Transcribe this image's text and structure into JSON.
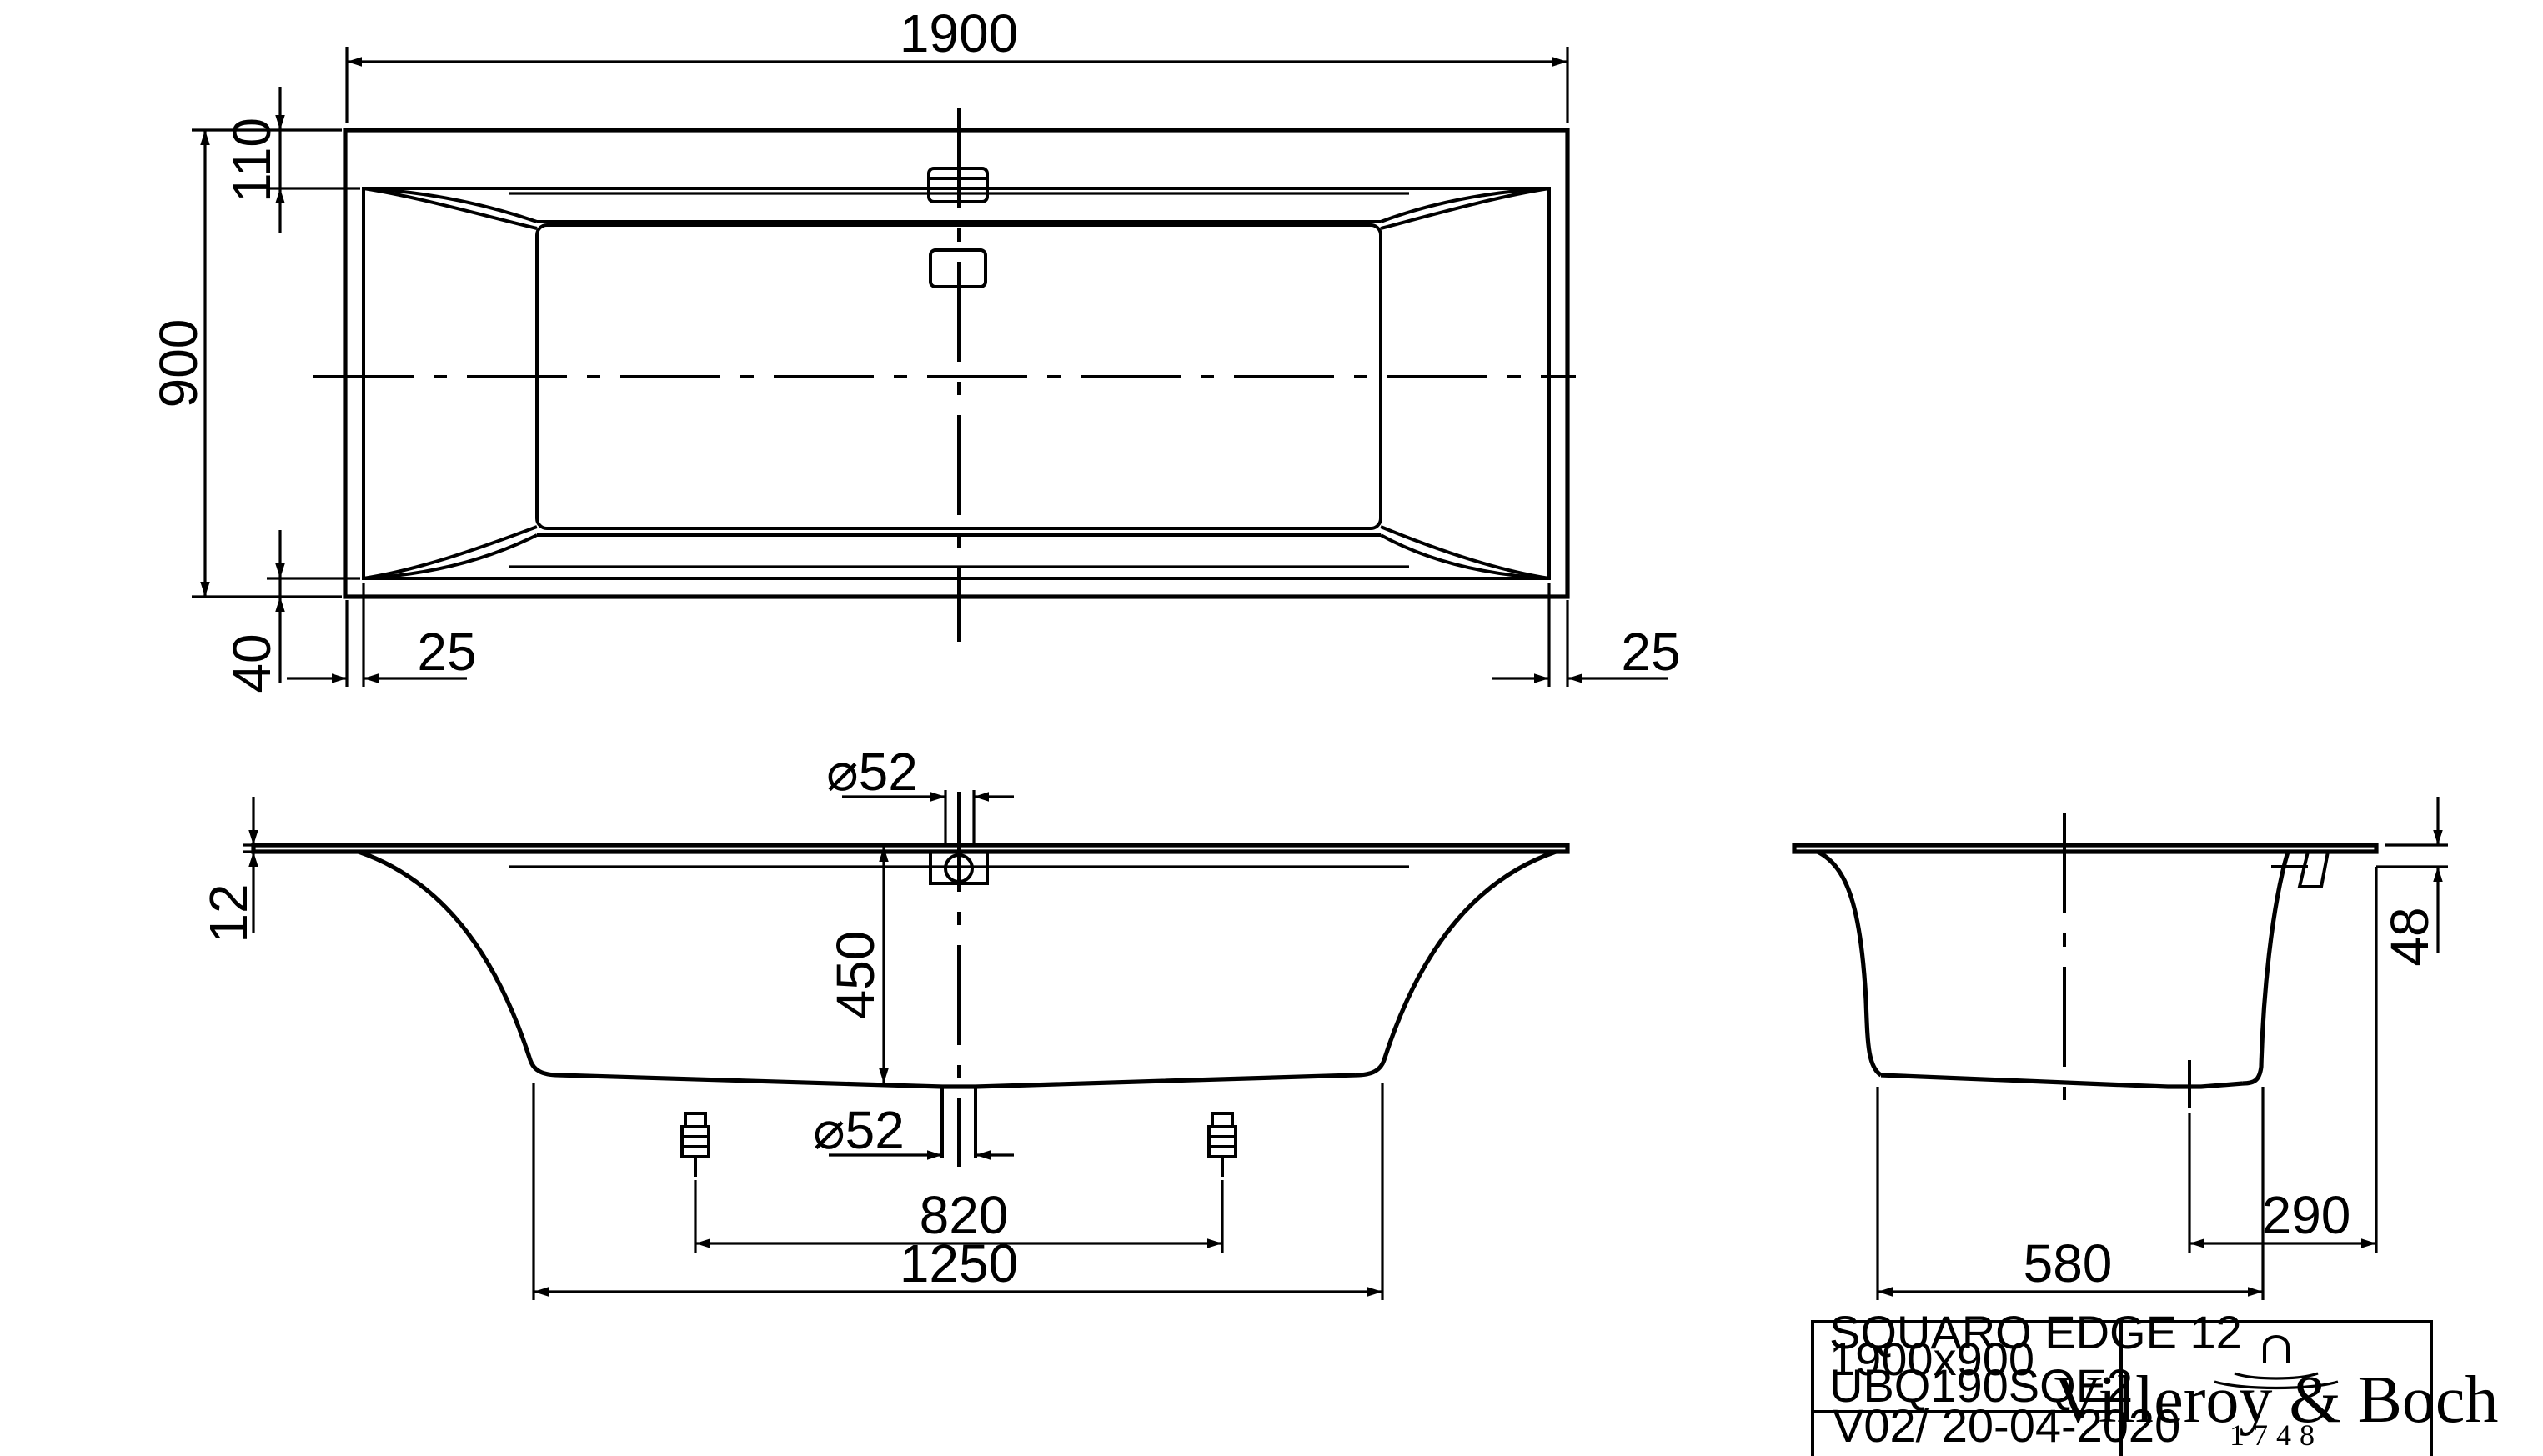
{
  "product": {
    "name": "SQUARO EDGE 12",
    "size": "1900x900",
    "article_code": "UBQ190SQE2",
    "version_date": "V02/ 20-04-2020"
  },
  "brand": {
    "name": "Villeroy & Boch",
    "year": "1748"
  },
  "dimensions": {
    "top_view": {
      "overall_length": "1900",
      "overall_width": "900",
      "rim_top": "110",
      "rim_bottom": "40",
      "left_offset": "25",
      "right_offset": "25"
    },
    "front_view": {
      "overflow_diameter": "⌀52",
      "drain_diameter": "⌀52",
      "rim_thickness": "12",
      "depth": "450",
      "feet_spacing": "820",
      "base_length": "1250"
    },
    "side_view": {
      "overflow_height": "48",
      "base_width": "580",
      "drain_offset": "290"
    }
  }
}
